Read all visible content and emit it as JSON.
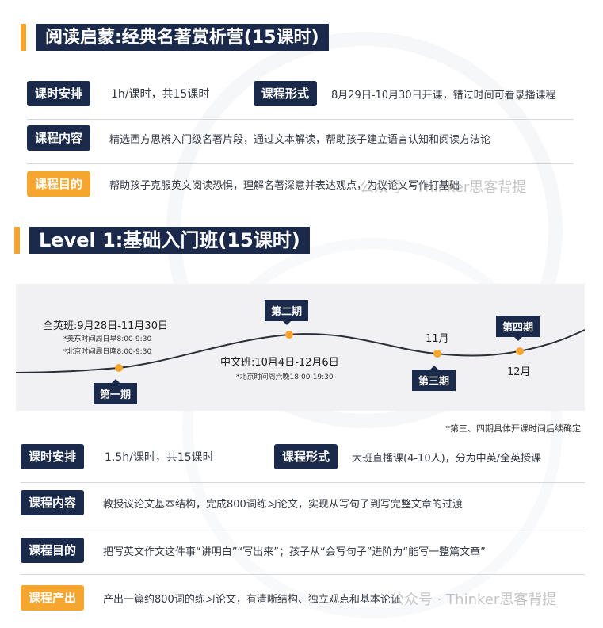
{
  "section1": {
    "title": "阅读启蒙:经典名著赏析营(15课时)",
    "schedule_label": "课时安排",
    "schedule_value": "1h/课时，共15课时",
    "format_label": "课程形式",
    "format_value": "8月29日-10月30日开课，错过时间可看录播课程",
    "content_label": "课程内容",
    "content_value": "精选西方思辨入门级名著片段，通过文本解读，帮助孩子建立语言认知和阅读方法论",
    "goal_label": "课程目的",
    "goal_value": "帮助孩子克服英文阅读恐惧，理解名著深意并表达观点，为议论文写作打基础"
  },
  "section2": {
    "title": "Level 1:基础入门班(15课时)",
    "timeline": {
      "phase1": "第一期",
      "phase2": "第二期",
      "phase3": "第三期",
      "phase4": "第四期",
      "english_class": "全英班:9月28日-11月30日",
      "english_class_us": "*美东时间周日早8:00-9:30",
      "english_class_bj": "*北京时间周日晚8:00-9:30",
      "chinese_class": "中文班:10月4日-12月6日",
      "chinese_class_bj": "*北京时间周六晚18:00-19:30",
      "phase3_month": "11月",
      "phase4_month": "12月"
    },
    "note": "*第三、四期具体开课时间后续确定",
    "schedule_label": "课时安排",
    "schedule_value": "1.5h/课时，共15课时",
    "format_label": "课程形式",
    "format_value": "大班直播课(4-10人)，分为中英/全英授课",
    "content_label": "课程内容",
    "content_value": "教授议论文基本结构，完成800词练习论文，实现从写句子到写完整文章的过渡",
    "goal_label": "课程目的",
    "goal_value": "把写英文作文这件事“讲明白”“写出来”；孩子从“会写句子”进阶为“能写一整篇文章”",
    "output_label": "课程产出",
    "output_value": "产出一篇约800词的练习论文，有清晰结构、独立观点和基本论证"
  },
  "watermark": {
    "text1": "公众号 · Thinker思客背提",
    "text2": "公众号 · Thinker思客背提"
  },
  "colors": {
    "navy": "#1b2a4a",
    "orange": "#f4a630",
    "timeline_bg": "#f1f1f3"
  }
}
